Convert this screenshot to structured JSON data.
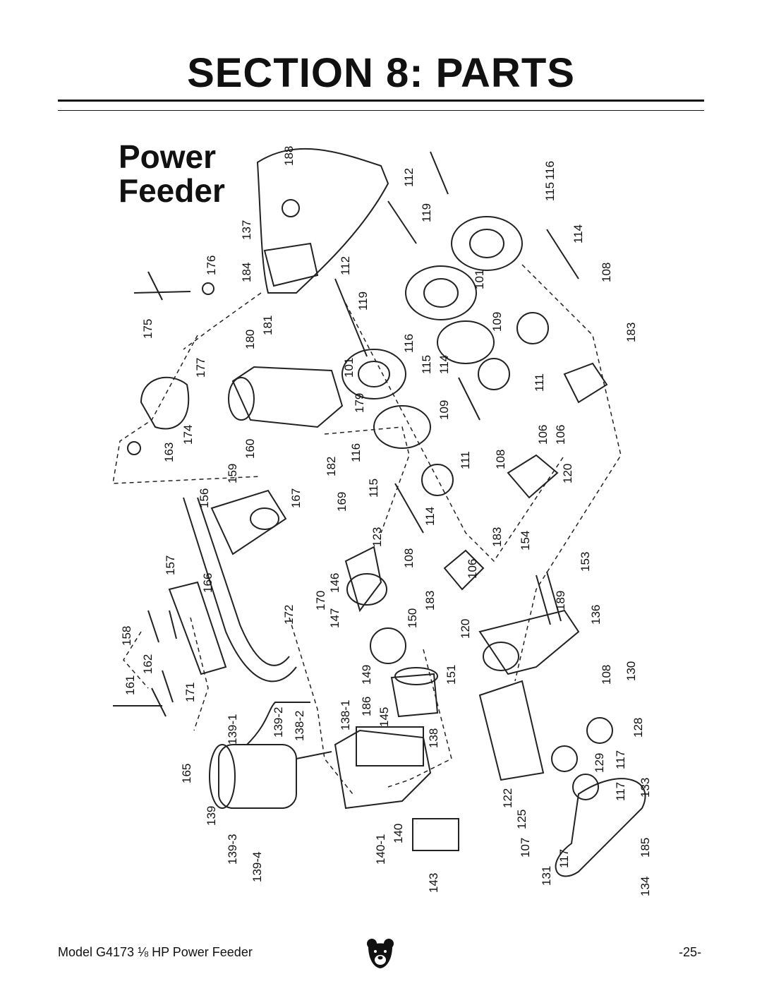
{
  "header": {
    "title": "SECTION 8: PARTS"
  },
  "diagram": {
    "title_line1": "Power",
    "title_line2": "Feeder",
    "part_labels": [
      "188",
      "137",
      "176",
      "184",
      "112",
      "119",
      "175",
      "181",
      "180",
      "112",
      "119",
      "101",
      "116",
      "115",
      "114",
      "108",
      "183",
      "177",
      "101",
      "116",
      "115",
      "114",
      "111",
      "109",
      "179",
      "109",
      "174",
      "163",
      "160",
      "159",
      "182",
      "116",
      "115",
      "111",
      "108",
      "106",
      "106",
      "120",
      "167",
      "156",
      "169",
      "114",
      "123",
      "108",
      "183",
      "154",
      "153",
      "157",
      "166",
      "170",
      "146",
      "106",
      "183",
      "189",
      "136",
      "172",
      "147",
      "150",
      "120",
      "158",
      "162",
      "161",
      "171",
      "149",
      "151",
      "108",
      "130",
      "186",
      "145",
      "138-1",
      "138-2",
      "139-2",
      "139-1",
      "138",
      "128",
      "117",
      "129",
      "165",
      "122",
      "139",
      "125",
      "117",
      "133",
      "140",
      "107",
      "140-1",
      "139-3",
      "185",
      "143",
      "131",
      "117",
      "139-4",
      "134"
    ]
  },
  "footer": {
    "model_text": "Model G4173 ⅛ HP Power Feeder",
    "page_number": "-25-"
  }
}
